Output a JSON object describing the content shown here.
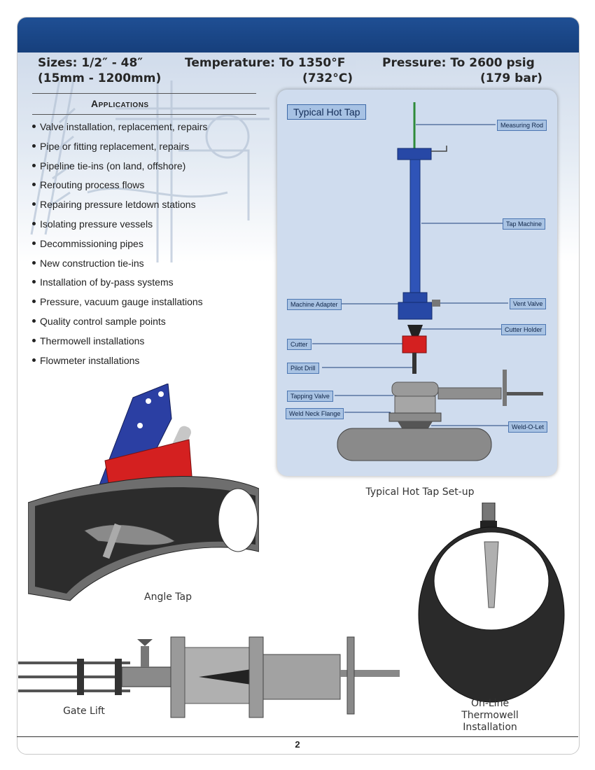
{
  "specs": {
    "sizes_label": "Sizes: 1/2″ - 48″",
    "sizes_metric": "(15mm - 1200mm)",
    "temperature_label": "Temperature: To 1350°F",
    "temperature_metric": "(732°C)",
    "pressure_label": "Pressure: To 2600 psig",
    "pressure_metric": "(179 bar)"
  },
  "applications": {
    "title": "Applications",
    "items": [
      "Valve installation, replacement, repairs",
      "Pipe or fitting replacement, repairs",
      "Pipeline tie-ins (on land, offshore)",
      "Rerouting process flows",
      "Repairing pressure letdown stations",
      "Isolating pressure vessels",
      "Decommissioning pipes",
      "New construction tie-ins",
      "Installation of by-pass systems",
      "Pressure, vacuum gauge installations",
      "Quality control sample points",
      "Thermowell installations",
      "Flowmeter installations"
    ]
  },
  "diagram": {
    "title": "Typical Hot Tap",
    "labels": {
      "measuring_rod": "Measuring Rod",
      "tap_machine": "Tap Machine",
      "machine_adapter": "Machine Adapter",
      "vent_valve": "Vent Valve",
      "cutter_holder": "Cutter Holder",
      "cutter": "Cutter",
      "pilot_drill": "Pilot Drill",
      "tapping_valve": "Tapping Valve",
      "weld_neck_flange": "Weld Neck Flange",
      "weld_o_let": "Weld-O-Let"
    },
    "caption": "Typical Hot Tap Set-up"
  },
  "captions": {
    "angle_tap": "Angle Tap",
    "gate_lift": "Gate Lift",
    "thermowell_line1": "On-Line",
    "thermowell_line2": "Thermowell",
    "thermowell_line3": "Installation"
  },
  "footer": {
    "page_number": "2"
  },
  "colors": {
    "header_blue": "#1f4f94",
    "machine_blue": "#2748a6",
    "cutter_red": "#d42020",
    "panel_blue": "#cfdcee"
  }
}
